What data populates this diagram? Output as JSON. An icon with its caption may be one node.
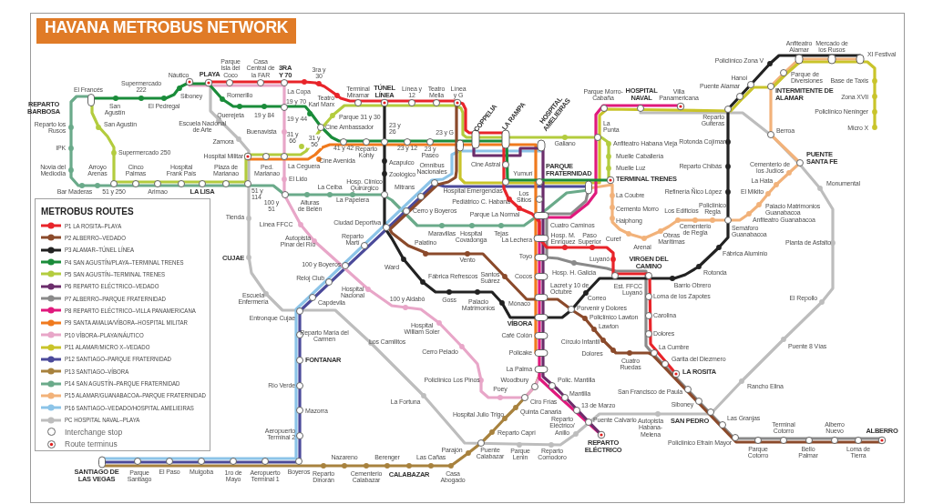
{
  "diagram": {
    "title": "HAVANA METROBUS NETWORK",
    "labels": [
      "Anfiteatro Alamar",
      "Mercado de los Rusos",
      "XI Festival",
      "Policlínico Zona V",
      "Náutico",
      "PLAYA",
      "Parque Isla del Coco",
      "Casa Central de la FAR",
      "3RA Y 70",
      "3ra y 30",
      "Hanoi",
      "Parque de Diversiones",
      "Base de Taxis",
      "El Francés",
      "Supermercado 222",
      "Siboney",
      "Romerillo",
      "19 y 70",
      "La Copa",
      "Teatro Karl Marx",
      "Terminal Miramar",
      "TÚNEL LÍNEA",
      "Línea y 12",
      "Teatro Mella",
      "Línea y G",
      "Parque Morro-Cabaña",
      "HOSPITAL NAVAL",
      "Villa Panamericana",
      "Puente Alamar",
      "INTERMITENTE DE ALAMAR",
      "Zona XVII",
      "REPARTO BARBOSA",
      "San Agustín",
      "El Pedregal",
      "Querejeta",
      "19 y 84",
      "19 y 44",
      "Parque 31 y 30",
      "COPPELIA",
      "LA RAMPA",
      "HOSPITAL AMELIEIRAS",
      "Reparto Guiteras",
      "Policlínico Neninger",
      "Reparto los Rusos",
      "San Agustín",
      "Escuela Nacional de Arte",
      "Buenavista",
      "Cine Ambassador",
      "23 y 26",
      "23 y G",
      "La Punta",
      "Berroa",
      "Micro X",
      "Zamora",
      "31 y 66",
      "31 y 56",
      "Galiano",
      "Anfiteatro Habana Vieja",
      "Rotonda Cojímar",
      "IPK",
      "Supermercado 250",
      "Hospital Militar",
      "Cine Avenida",
      "41 y 42",
      "Reparto Kohly",
      "Acapulco",
      "23 y 12",
      "23 y Paseo",
      "Muelle Caballería",
      "PUENTE SANTA FE",
      "Novia del Mediodía",
      "Arroyo Arenas",
      "Cinco Palmas",
      "Hospital Frank País",
      "Plaza de Marianao",
      "Ped. Marianao",
      "La Ceguera",
      "Zoológico",
      "Omnibus Nacionales",
      "Cine Astral",
      "Yumurí",
      "PARQUE FRATERNIDAD",
      "Muelle Luz",
      "Reparto Chibás",
      "Cementerio de los Judíos",
      "El Lido",
      "Hosp. Clínico Quirúrgico",
      "TERMINAL TRENES",
      "La Hata",
      "Monumental",
      "Bar Maderas",
      "51 y 250",
      "Arimao",
      "LA LISA",
      "51 y 114",
      "La Ceiba",
      "Mitrans",
      "Hospital Emergencias",
      "Los Sitios",
      "La Coubre",
      "Refinería Ñico López",
      "El Mikito",
      "100 y 51",
      "Alturas de Belén",
      "La Papelera",
      "Pediátrico C. Habana",
      "METROBUS ROUTES",
      "Cerro y Boyeros",
      "Parque La Normal",
      "Cemento Morro",
      "Los Edificios",
      "Policlínico Regla",
      "Palacio Matrimonios Guanabacoa",
      "Tienda",
      "Línea FFCC",
      "Ciudad Deportiva",
      "Cuatro Caminos",
      "Haiphong",
      "Anfiteatro Guanabacoa",
      "Maravillas",
      "Tejas",
      "Cementerio de Regla",
      "Semáforo Guanabacoa",
      "Autopista Pinar del Río",
      "Reparto Martí",
      "Palatino",
      "Hospital Covadonga",
      "La Lechera",
      "Hosp. M. Enríquez",
      "Paso Superior",
      "Curef",
      "Arenal",
      "Obras Marítimas",
      "Planta de Asfalto",
      "CUJAE",
      "100 y Boyeros",
      "Ward",
      "Vento",
      "Toyo",
      "Luyanó",
      "VIRGEN DEL CAMINO",
      "Fábrica Aluminio",
      "Reloj Club",
      "Fábrica Refrescos",
      "Santos Suárez",
      "Cocos",
      "Hosp. H. Galicia",
      "Rotonda",
      "Hospital Nacional",
      "Lacret y 10 de Octubre",
      "Est. FFCC Luyanó",
      "Barrio Obrero",
      "Escuela Enfermería",
      "Capdevila",
      "100 y Aldabó",
      "Goss",
      "Palacio Matrimonios",
      "Mónaco",
      "Correo",
      "Loma de los Zapotes",
      "El Repollo",
      "Entronque Cujae",
      "Porvenir y Dolores",
      "Policlínico Lawton",
      "Carolina",
      "Hospital William Soler",
      "VÍBORA",
      "Lawton",
      "Reparto María del Carmen",
      "Café Colón",
      "Dolores",
      "Los Camilitos",
      "Cerro Pelado",
      "Policake",
      "Círculo Infantil",
      "Dolores",
      "La Cumbre",
      "Puente 8 Vías",
      "FONTANAR",
      "Cuatro Ruedas",
      "Garita del Diezmero",
      "La Palma",
      "LA ROSITA",
      "Río Verde",
      "Policlínico Los Pinos",
      "Poey",
      "Woodbury",
      "Polic. Mantilla",
      "Mantilla",
      "San Francisco de Paula",
      "Rancho Elina",
      "La Fortuna",
      "Ciro Frías",
      "13 de Marzo",
      "Siboney",
      "Mazorra",
      "Hospital Julio Trigo",
      "Quinta Canaria",
      "Puente Calvario",
      "SAN PEDRO",
      "Las Granjas",
      "Aeropuerto Terminal 2",
      "Reparto Capri",
      "Reparto Eléctrico/ Anillo",
      "Autopista Habana- Melena",
      "Terminal Cotorro",
      "Alberro Nuevo",
      "ALBERRO",
      "Nazareno",
      "Berenger",
      "Las Cañas",
      "Parajón",
      "Puente Calabazar",
      "Parque Lenin",
      "Reparto Comodoro",
      "REPARTO ELÉCTRICO",
      "Policlínico Efraín Mayor",
      "Parque Cotorro",
      "Bello Palmar",
      "Loma de Tierra",
      "SANTIAGO DE LAS VEGAS",
      "Parque Santiago",
      "El Paso",
      "Mulgoba",
      "1ro de Mayo",
      "Aeropuerto Terminal 1",
      "Boyeros",
      "Reparto Dinorán",
      "Cementerio Calabazar",
      "CALABAZAR",
      "Casa Abogado"
    ],
    "legend": [
      {
        "text": "P1 LA ROSITA–PLAYA",
        "color": "#e8242a"
      },
      {
        "text": "P2 ALBERRO–VEDADO",
        "color": "#8b4a2b"
      },
      {
        "text": "P3 ALAMAR–TÚNEL LÍNEA",
        "color": "#222222"
      },
      {
        "text": "P4 SAN AGUSTÍN/PLAYA–TERMINAL TRENES",
        "color": "#1a8c3a"
      },
      {
        "text": "P5 SAN AGUSTÍN–TERMINAL TRENES",
        "color": "#b3cc3e"
      },
      {
        "text": "P6 REPARTO ELÉCTRICO–VEDADO",
        "color": "#6b2d6b"
      },
      {
        "text": "P7 ALBERRO–PARQUE FRATERNIDAD",
        "color": "#8a8a8a"
      },
      {
        "text": "P8 REPARTO ELÉCTRICO–VILLA PANAMERICANA",
        "color": "#e0197d"
      },
      {
        "text": "P9 SANTA AMALIA/VÍBORA–HOSPITAL MILITAR",
        "color": "#f07a1e"
      },
      {
        "text": "P10 VÍBORA–PLAYA/NÁUTICO",
        "color": "#e8a6c8"
      },
      {
        "text": "P11 ALAMAR/MICRO X–VEDADO",
        "color": "#c9c42a"
      },
      {
        "text": "P12 SANTIAGO–PARQUE FRATERNIDAD",
        "color": "#4b4a9a"
      },
      {
        "text": "P13 SANTIAGO–VÍBORA",
        "color": "#a8823e"
      },
      {
        "text": "P14 SAN AGUSTÍN–PARQUE FRATERNIDAD",
        "color": "#6aaa8a"
      },
      {
        "text": "P15 ALAMAR/GUANABACOA–PARQUE FRATERNIDAD",
        "color": "#f2b27a"
      },
      {
        "text": "P16 SANTIAGO–VEDADO/HOSPITAL AMELIEIRAS",
        "color": "#8cc4e8"
      },
      {
        "text": "PC HOSPITAL NAVAL–PLAYA",
        "color": "#bdbdbd"
      },
      {
        "text": "Interchange stop"
      },
      {
        "text": "Route terminus"
      }
    ]
  }
}
